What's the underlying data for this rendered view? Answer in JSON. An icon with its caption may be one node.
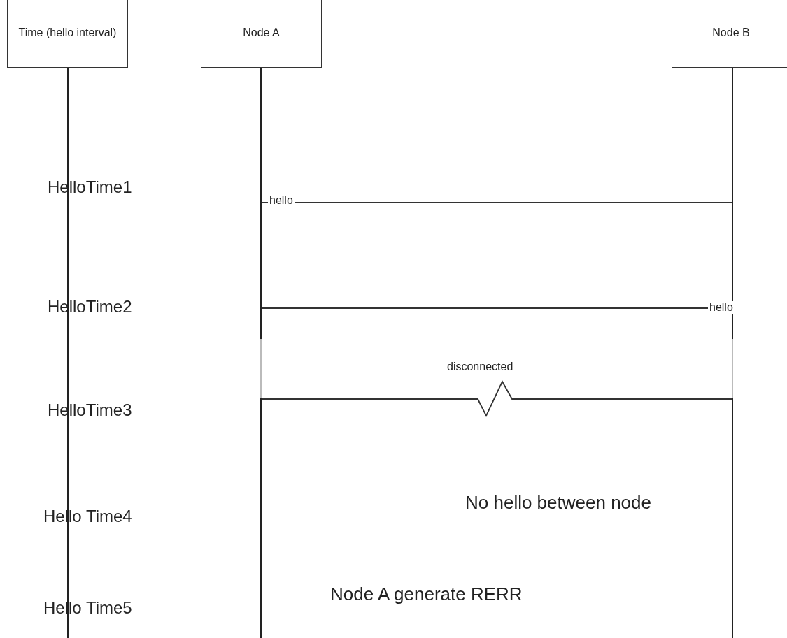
{
  "diagram": {
    "nodes": [
      {
        "text": [
          "Time (hello interval)"
        ]
      },
      {
        "text": [
          "Node A"
        ]
      },
      {
        "text": [
          "Node B"
        ]
      },
      {
        "text": [],
        "shape": "bar"
      },
      {
        "text": [],
        "shape": "bar"
      },
      {
        "text": [],
        "shape": "bar"
      }
    ],
    "edges": [
      {
        "from": 4,
        "to": 5,
        "arrow": "none",
        "label": "hello"
      },
      {
        "from": 4,
        "to": 5,
        "arrow": "none",
        "label": "hello"
      },
      {
        "from": 4,
        "to": 5,
        "arrow": "none",
        "label": "disconnected"
      }
    ],
    "labels": [
      "HelloTime1",
      "HelloTime2",
      "HelloTime3",
      "No hello between node",
      "Hello Time4",
      "Node A generate RERR",
      "Hello Time5"
    ]
  }
}
